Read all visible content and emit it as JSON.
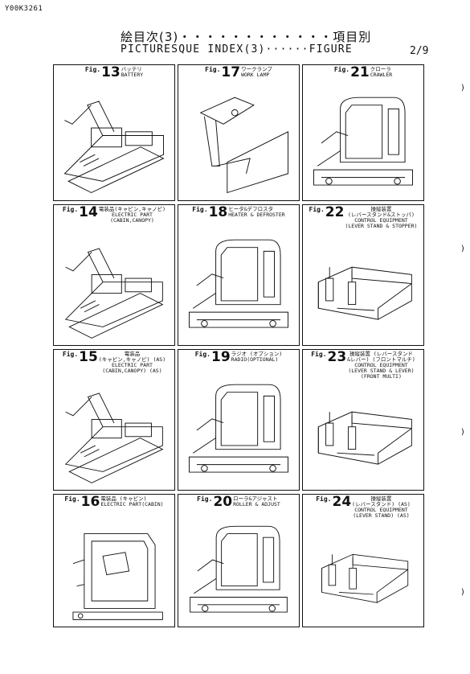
{
  "doc_id": "Y00K3261",
  "header": {
    "title_jp": "絵目次(3)・・・・・・・・・・・・項目別",
    "title_en": "PICTURESQUE INDEX(3)······FIGURE",
    "page": "2/9"
  },
  "figures": [
    {
      "fig_label": "Fig.",
      "num": "13",
      "lines": [
        "バッテリ",
        "BATTERY"
      ]
    },
    {
      "fig_label": "Fig.",
      "num": "17",
      "lines": [
        "ワークランプ",
        "WORK LAMP"
      ]
    },
    {
      "fig_label": "Fig.",
      "num": "21",
      "lines": [
        "クローラ",
        "CRAWLER"
      ]
    },
    {
      "fig_label": "Fig.",
      "num": "14",
      "lines": [
        "電装品(キャビン,キャノピ)",
        "ELECTRIC PART",
        "(CABIN,CANOPY)"
      ]
    },
    {
      "fig_label": "Fig.",
      "num": "18",
      "lines": [
        "ヒータ&デフロスタ",
        "HEATER & DEFROSTER"
      ]
    },
    {
      "fig_label": "Fig.",
      "num": "22",
      "lines": [
        "操縦装置",
        "(レバースタンド&ストッパ)",
        "CONTROL EQUIPMENT",
        "(LEVER STAND & STOPPER)"
      ]
    },
    {
      "fig_label": "Fig.",
      "num": "15",
      "lines": [
        "電装品",
        "(キャビン,キャノピ) (AS)",
        "ELECTRIC PART",
        "(CABIN,CANOPY) (AS)"
      ]
    },
    {
      "fig_label": "Fig.",
      "num": "19",
      "lines": [
        "ラジオ (オプション)",
        "RADIO(OPTIONAL)"
      ]
    },
    {
      "fig_label": "Fig.",
      "num": "23",
      "lines": [
        "操縦装置 (レバースタンド",
        "&レバー) (フロントマルチ)",
        "CONTROL EQUIPMENT",
        "(LEVER STAND & LEVER)",
        "(FRONT MULTI)"
      ]
    },
    {
      "fig_label": "Fig.",
      "num": "16",
      "lines": [
        "電装品 (キャビン)",
        "ELECTRIC PART(CABIN)"
      ]
    },
    {
      "fig_label": "Fig.",
      "num": "20",
      "lines": [
        "ローラ&アジャスト",
        "ROLLER & ADJUST"
      ]
    },
    {
      "fig_label": "Fig.",
      "num": "24",
      "lines": [
        "操縦装置",
        "(レバースタンド) (AS)",
        "CONTROL EQUIPMENT",
        "(LEVER STAND) (AS)"
      ]
    }
  ],
  "margin_marks": [
    ")",
    ")",
    ")",
    ")"
  ]
}
